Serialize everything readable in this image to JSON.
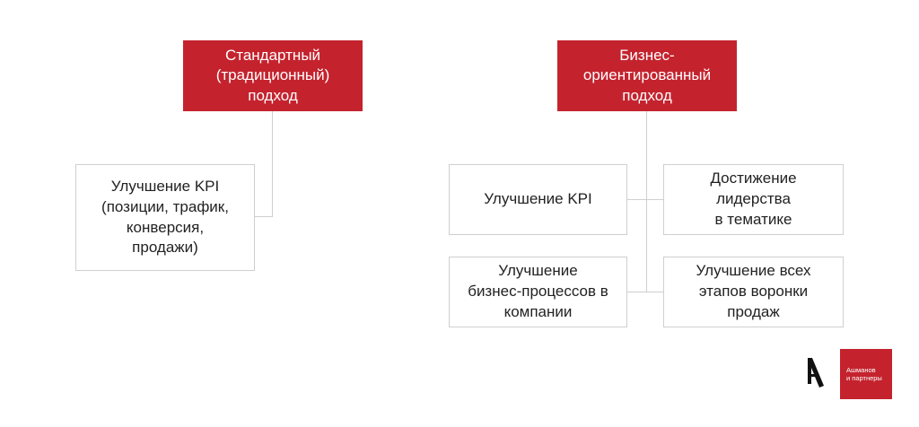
{
  "colors": {
    "accent": "#c4232e",
    "box_border": "#cfcfcf",
    "connector": "#cfcfcf",
    "text": "#222222"
  },
  "left": {
    "header": "Стандартный\n(традиционный)\nподход",
    "items": [
      "Улучшение KPI\n(позиции, трафик,\nконверсия,\nпродажи)"
    ]
  },
  "right": {
    "header": "Бизнес-\nориентированный\nподход",
    "items": [
      "Улучшение KPI",
      "Достижение\nлидерства\nв тематике",
      "Улучшение\nбизнес-процессов в\nкомпании",
      "Улучшение всех\nэтапов воронки\nпродаж"
    ]
  },
  "logo": {
    "mark": "arrow-a-logo",
    "badge_text": "Ашманов\nи партнеры"
  }
}
